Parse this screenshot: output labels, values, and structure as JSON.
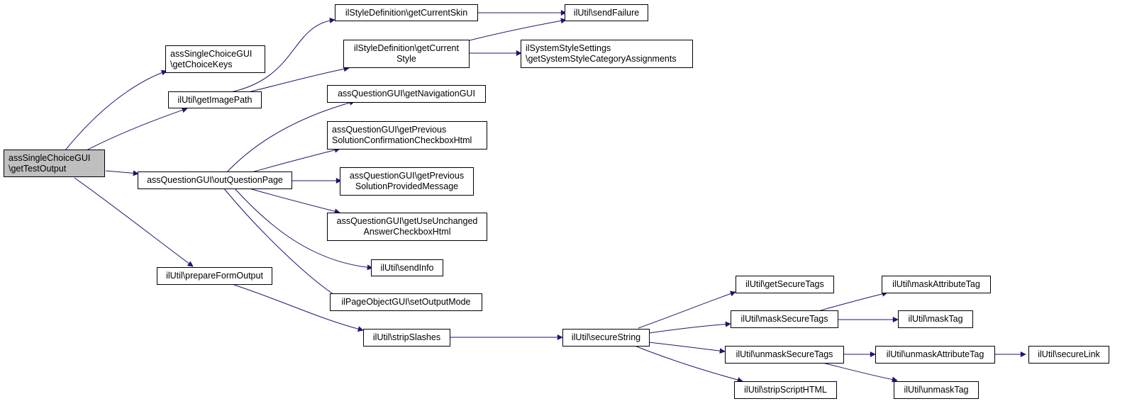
{
  "diagram": {
    "edge_color": "#191970",
    "root_fill": "#bfbfbf",
    "nodes": {
      "root": [
        "assSingleChoiceGUI",
        "\\getTestOutput"
      ],
      "getChoiceKeys": [
        "assSingleChoiceGUI",
        "\\getChoiceKeys"
      ],
      "getImagePath": [
        "ilUtil\\getImagePath"
      ],
      "outQuestionPage": [
        "assQuestionGUI\\outQuestionPage"
      ],
      "prepareFormOutput": [
        "ilUtil\\prepareFormOutput"
      ],
      "getCurrentSkin": [
        "ilStyleDefinition\\getCurrentSkin"
      ],
      "getCurrentStyle": [
        "ilStyleDefinition\\getCurrent",
        "Style"
      ],
      "sendFailure": [
        "ilUtil\\sendFailure"
      ],
      "getSystemStyleCategoryAssignments": [
        "ilSystemStyleSettings",
        "\\getSystemStyleCategoryAssignments"
      ],
      "getNavigationGUI": [
        "assQuestionGUI\\getNavigationGUI"
      ],
      "getPreviousSolutionConfirmationCheckboxHtml": [
        "assQuestionGUI\\getPrevious",
        "SolutionConfirmationCheckboxHtml"
      ],
      "getPreviousSolutionProvidedMessage": [
        "assQuestionGUI\\getPrevious",
        "SolutionProvidedMessage"
      ],
      "getUseUnchangedAnswerCheckboxHtml": [
        "assQuestionGUI\\getUseUnchanged",
        "AnswerCheckboxHtml"
      ],
      "sendInfo": [
        "ilUtil\\sendInfo"
      ],
      "setOutputMode": [
        "ilPageObjectGUI\\setOutputMode"
      ],
      "stripSlashes": [
        "ilUtil\\stripSlashes"
      ],
      "secureString": [
        "ilUtil\\secureString"
      ],
      "getSecureTags": [
        "ilUtil\\getSecureTags"
      ],
      "maskSecureTags": [
        "ilUtil\\maskSecureTags"
      ],
      "unmaskSecureTags": [
        "ilUtil\\unmaskSecureTags"
      ],
      "stripScriptHTML": [
        "ilUtil\\stripScriptHTML"
      ],
      "maskAttributeTag": [
        "ilUtil\\maskAttributeTag"
      ],
      "maskTag": [
        "ilUtil\\maskTag"
      ],
      "unmaskAttributeTag": [
        "ilUtil\\unmaskAttributeTag"
      ],
      "unmaskTag": [
        "ilUtil\\unmaskTag"
      ],
      "secureLink": [
        "ilUtil\\secureLink"
      ]
    }
  }
}
